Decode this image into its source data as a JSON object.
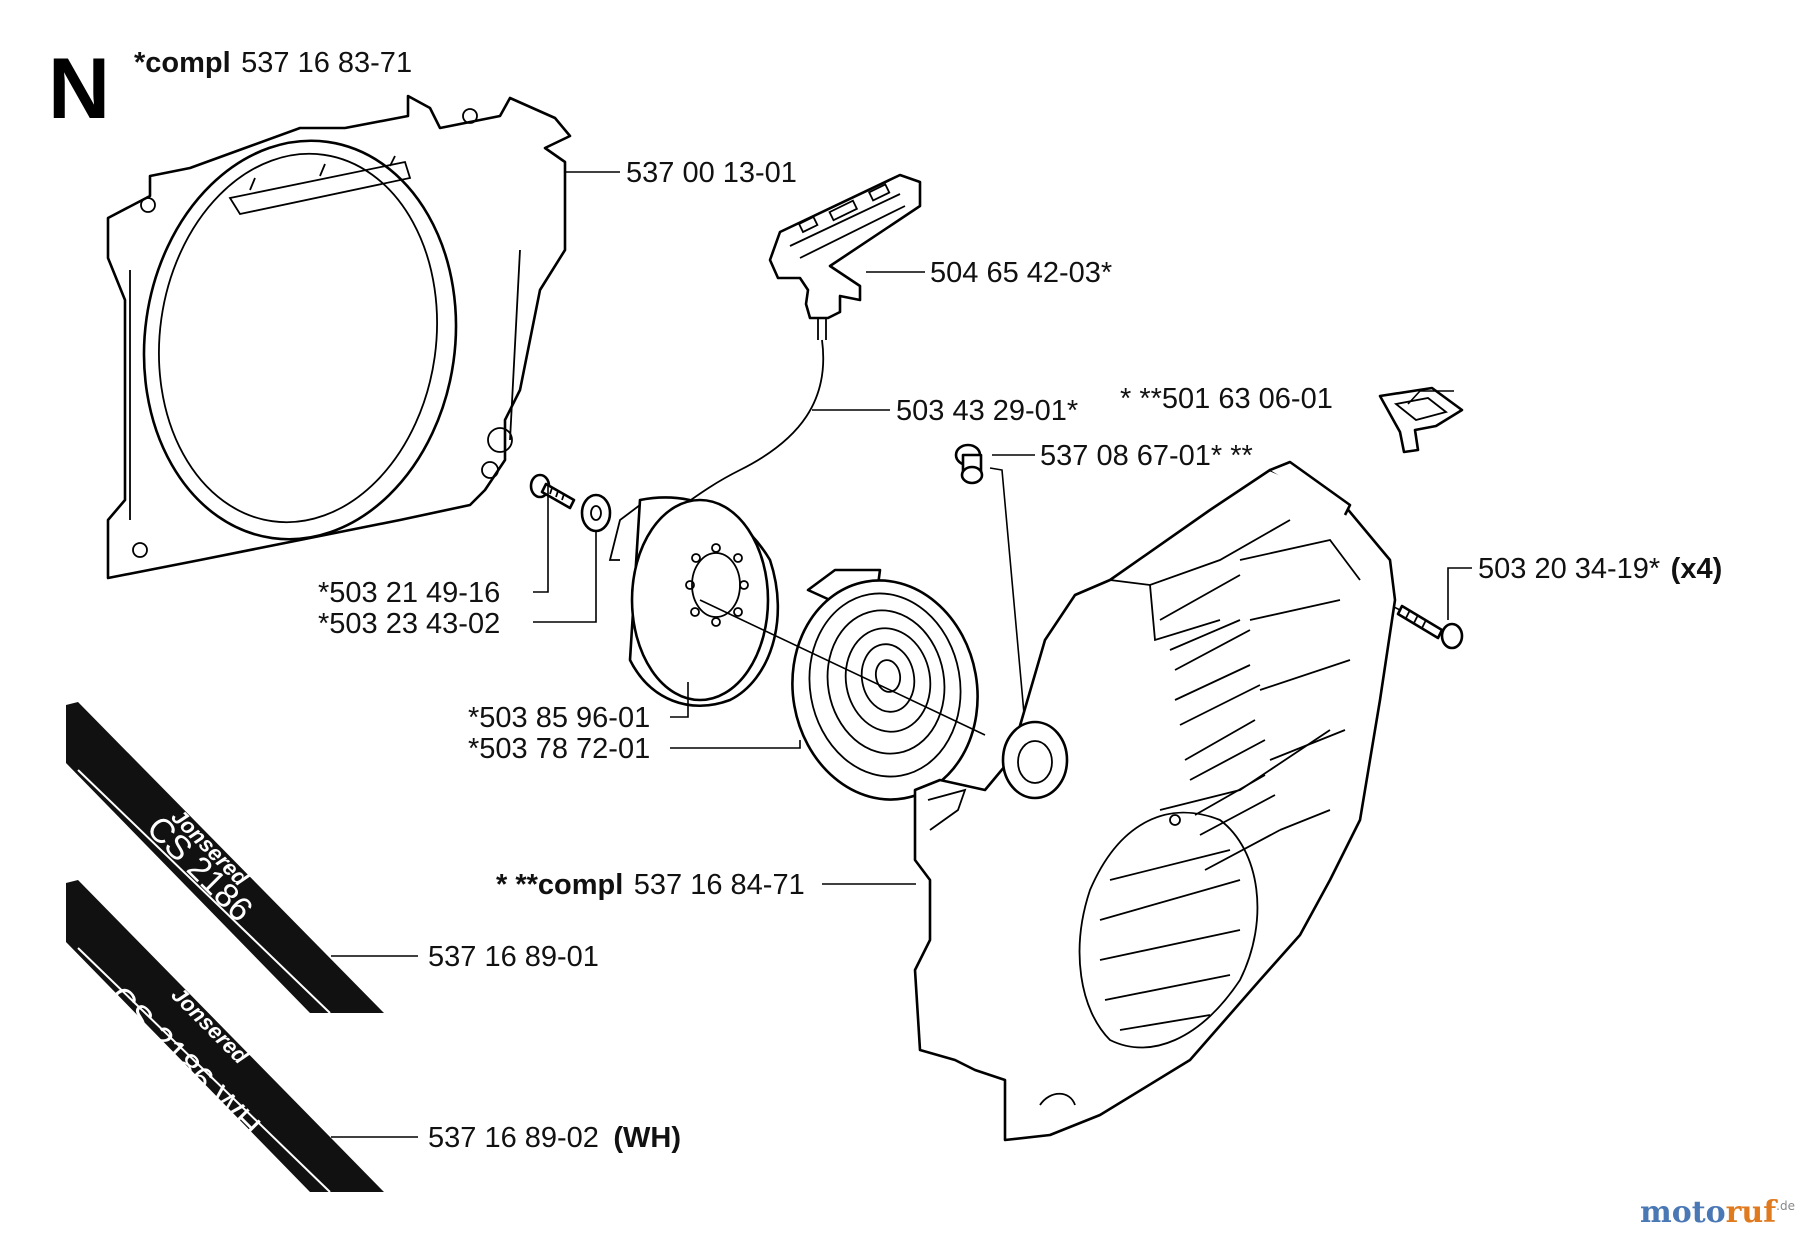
{
  "section_letter": "N",
  "labels": {
    "compl_top_bold": "*compl",
    "compl_top_num": "537 16 83-71",
    "p_537001301": "537 00 13-01",
    "p_504654203": "504 65 42-03*",
    "p_503432901": "503 43 29-01*",
    "p_501630601": "* **501 63 06-01",
    "p_537086701": "537 08 67-01* **",
    "p_503203419": "503 20 34-19*",
    "p_503203419_qty": "(x4)",
    "p_503214916": "*503 21 49-16",
    "p_503234302": "*503 23 43-02",
    "p_503859601": "*503 85 96-01",
    "p_503787201": "*503 78 72-01",
    "compl_bottom_bold": "* **compl",
    "compl_bottom_num": "537 16 84-71",
    "p_537168901": "537 16 89-01",
    "p_537168902": "537 16 89-02",
    "p_537168902_suffix": "(WH)"
  },
  "decals": {
    "decal1_brand": "Jonsered",
    "decal1_model": "CS 2186",
    "decal2_brand": "Jonsered",
    "decal2_model": "CS 2186 WH"
  },
  "watermark": {
    "part1": "moto",
    "part2": "ruf",
    "suffix": ".de"
  }
}
